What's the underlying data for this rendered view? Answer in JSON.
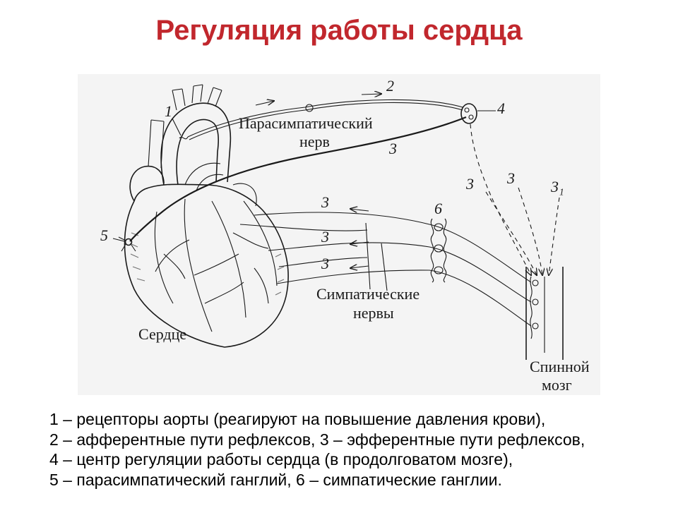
{
  "title": "Регуляция работы сердца",
  "diagram": {
    "numbers": {
      "n1": "1",
      "n2": "2",
      "n3_para": "3",
      "n3_dashed_a": "3",
      "n3_dashed_b": "3",
      "n3_dashed_c": "3₁",
      "n3_symp_a": "3",
      "n3_symp_b": "3",
      "n3_symp_c": "3",
      "n4": "4",
      "n5": "5",
      "n6": "6"
    },
    "parasympathetic_nerve": {
      "line1": "Парасимпатический",
      "line2": "нерв"
    },
    "sympathetic_nerves": {
      "line1": "Симпатические",
      "line2": "нервы"
    },
    "heart": "Сердце",
    "spinal_cord": {
      "line1": "Спинной",
      "line2": "мозг"
    }
  },
  "legend": [
    "1 – рецепторы аорты (реагируют на повышение давления крови),",
    "2 – афферентные пути рефлексов, 3 – эфферентные пути рефлексов,",
    "4 – центр регуляции работы сердца (в продолговатом мозге),",
    "5 – парасимпатический ганглий, 6 – симпатические ганглии."
  ],
  "colors": {
    "title": "#c1272d",
    "ink": "#1a1a1a",
    "diagram_background": "#f4f4f4"
  }
}
